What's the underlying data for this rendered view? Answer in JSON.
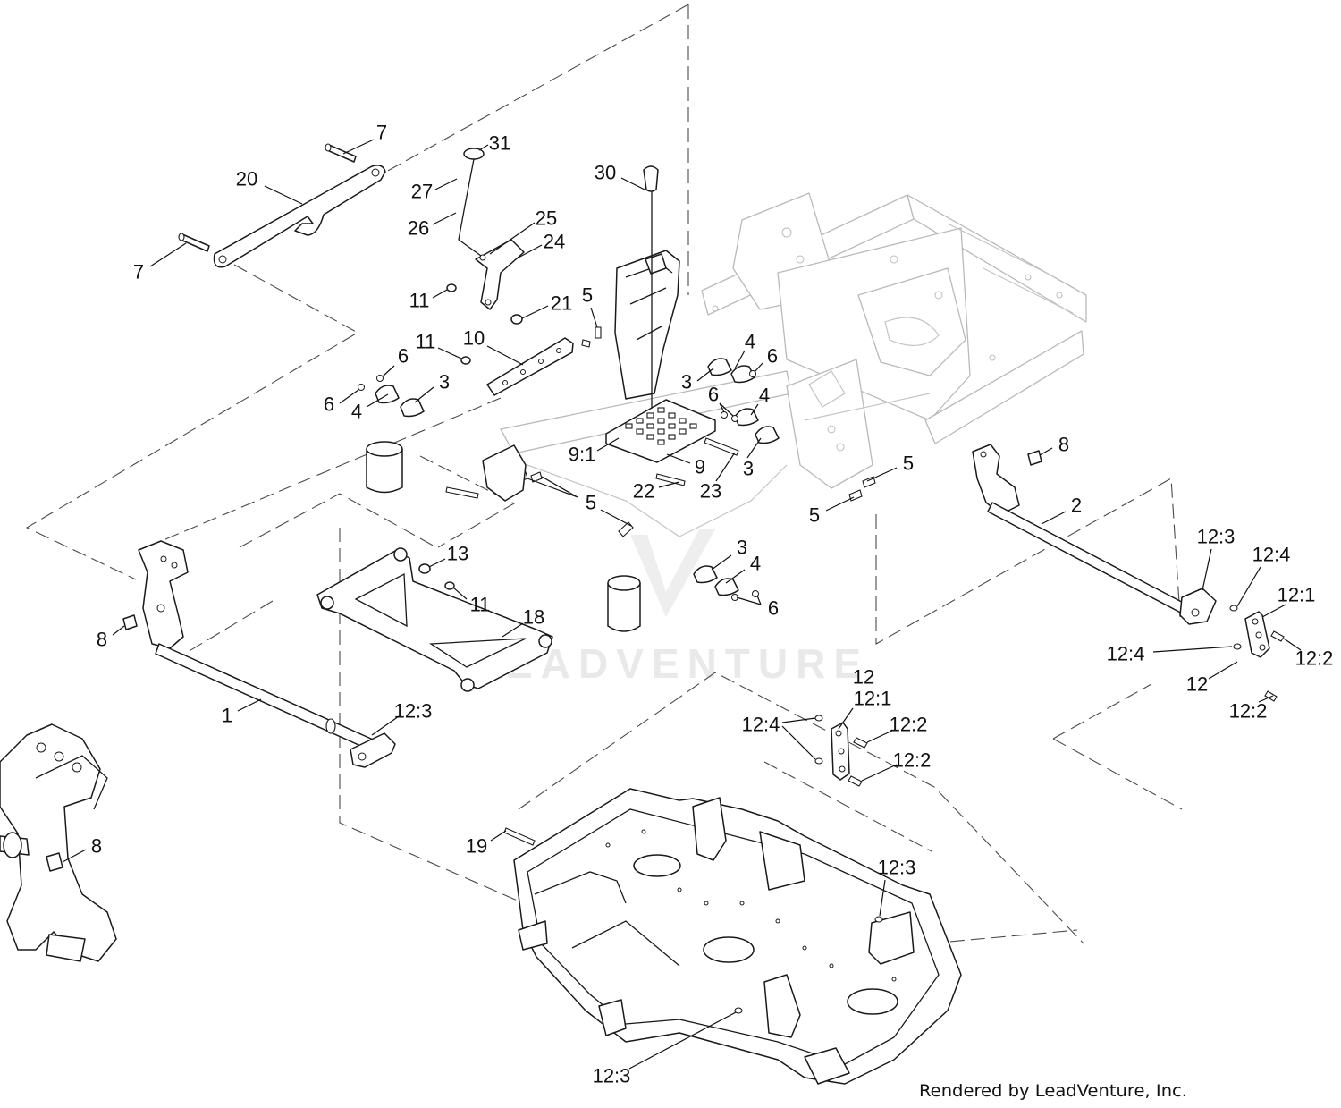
{
  "diagram": {
    "callouts": [
      "7",
      "31",
      "20",
      "27",
      "30",
      "26",
      "25",
      "24",
      "7",
      "11",
      "21",
      "5",
      "11",
      "10",
      "4",
      "6",
      "6",
      "3",
      "3",
      "6",
      "4",
      "6",
      "4",
      "9:1",
      "9",
      "3",
      "22",
      "23",
      "5",
      "8",
      "5",
      "5",
      "2",
      "13",
      "3",
      "4",
      "12:3",
      "12:4",
      "12:1",
      "11",
      "6",
      "8",
      "18",
      "12:4",
      "12:2",
      "12",
      "12:1",
      "12",
      "12:2",
      "1",
      "12:3",
      "12:4",
      "12:2",
      "12:2",
      "19",
      "8",
      "12:3",
      "12:3"
    ],
    "watermark": "LEADVENTURE",
    "credit": "Rendered by LeadVenture, Inc."
  }
}
